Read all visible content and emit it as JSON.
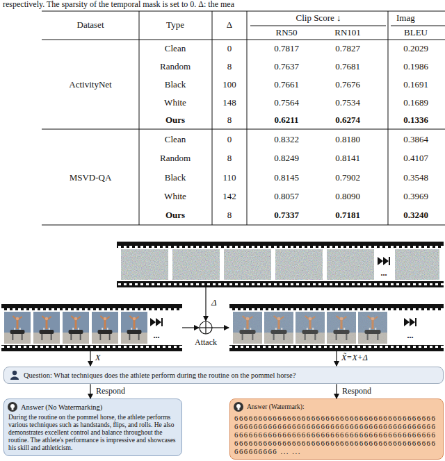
{
  "diagram": {
    "nodes": [
      {
        "text": [
          "Question: What techniques does the athlete perform during the routine on the pommel horse?"
        ]
      },
      {
        "text": [
          "Answer (No Watermarking)",
          "During the routine on the pommel horse, the athlete performs various techniques such as handstands, flips, and rolls. He also demonstrates excellent control and balance throughout the routine. The athlete's performance is impressive and showcases his skill and athleticism."
        ]
      },
      {
        "text": [
          "Answer (Watermark):",
          "666666666666666666666666666666666666666666666666666666666666666666666666666666666666666666666666666666666666666666666666666666666666666666666666666666666666666666666666666666666 ... ..."
        ]
      }
    ],
    "edges": [
      {
        "from": 0,
        "to": 1,
        "label": "Respond",
        "arrow": "to"
      },
      {
        "from": 0,
        "to": 2,
        "label": "Respond",
        "arrow": "to"
      }
    ],
    "labels": [
      "respectively. The sparsity of the temporal mask is set to 0. Δ: the mea",
      "Dataset",
      "Type",
      "Δ",
      "Clip Score ↓",
      "Imag",
      "RN50",
      "RN101",
      "BLEU",
      "ActivityNet",
      "Clean",
      "0",
      "0.7817",
      "0.7827",
      "0.2029",
      "Random",
      "8",
      "0.7637",
      "0.7681",
      "0.1986",
      "Black",
      "100",
      "0.7661",
      "0.7676",
      "0.1691",
      "White",
      "148",
      "0.7564",
      "0.7534",
      "0.1689",
      "Ours",
      "8",
      "0.6211",
      "0.6274",
      "0.1336",
      "MSVD-QA",
      "Clean",
      "0",
      "0.8322",
      "0.8180",
      "0.3864",
      "Random",
      "8",
      "0.8249",
      "0.8141",
      "0.4107",
      "Black",
      "110",
      "0.8145",
      "0.7902",
      "0.3548",
      "White",
      "142",
      "0.8057",
      "0.8090",
      "0.3969",
      "Ours",
      "8",
      "0.7337",
      "0.7181",
      "0.3240",
      "...",
      "Δ",
      "Attack",
      "...",
      "...",
      "X",
      "X̃=X+Δ"
    ]
  }
}
